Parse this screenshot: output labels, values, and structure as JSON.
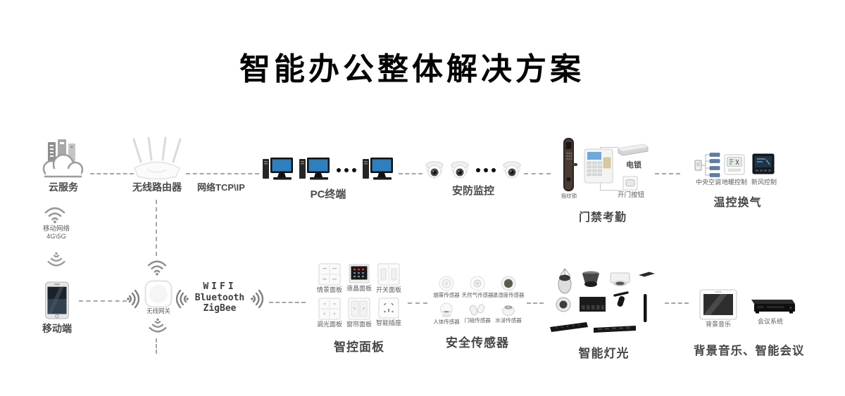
{
  "title": "智能办公整体解决方案",
  "nodes": {
    "cloud": "云服务",
    "router": "无线路由器",
    "network": "网络TCP\\IP",
    "pc": "PC终端",
    "cctv": "安防监控",
    "access": "门禁考勤",
    "hvac": "温控换气",
    "mobile_network_line1": "移动网络",
    "mobile_network_line2": "4G\\5G",
    "mobile": "移动端",
    "gateway": "无线网关",
    "panels": "智控面板",
    "sensors": "安全传感器",
    "lighting": "智能灯光",
    "av": "背景音乐、智能会议"
  },
  "protocols": [
    "WIFI",
    "Bluetooth",
    "ZigBee"
  ],
  "access_items": [
    "指纹锁",
    "电锁",
    "开门按钮"
  ],
  "hvac_items": [
    "中央空调",
    "地暖控制",
    "新风控制"
  ],
  "panel_items": [
    "情景面板",
    "液晶面板",
    "开关面板",
    "调光面板",
    "窗帘面板",
    "智能插座"
  ],
  "sensor_items": [
    "烟雾传感器",
    "天然气传感器",
    "温湿度传感器",
    "人体传感器",
    "门磁传感器",
    "水浸传感器"
  ],
  "av_items": [
    "背景音乐",
    "会议系统"
  ],
  "colors": {
    "screen_blue": "#2e7fc0",
    "label_gray": "#4a4a4a",
    "dash_gray": "#a6a6a6"
  }
}
